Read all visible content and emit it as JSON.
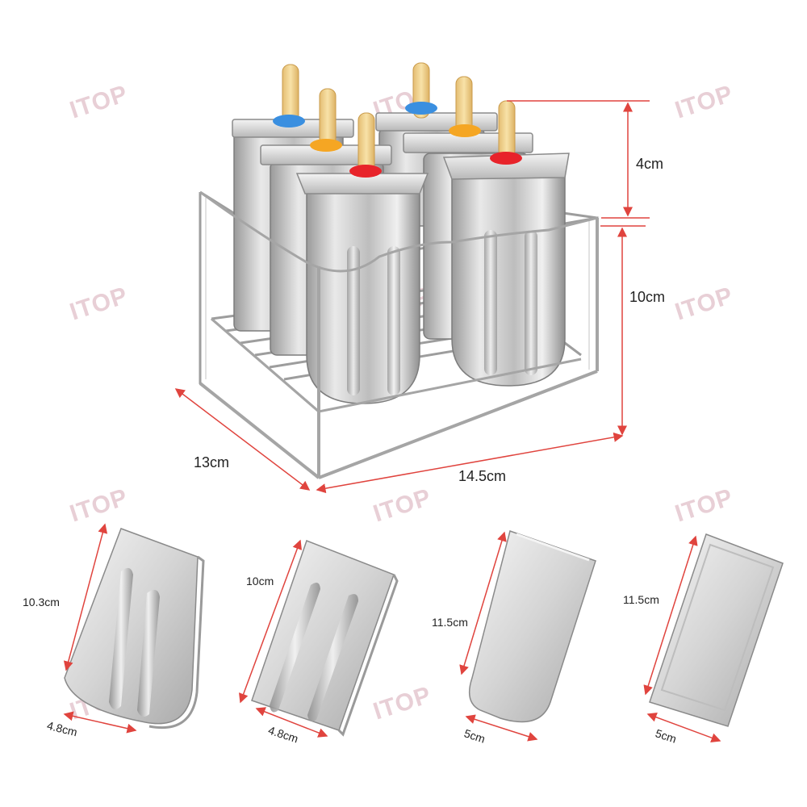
{
  "watermark_text": "ITOP",
  "dimensions": {
    "top_height": "4cm",
    "rack_height": "10cm",
    "rack_depth": "13cm",
    "rack_width": "14.5cm"
  },
  "molds": [
    {
      "length": "10.3cm",
      "width": "4.8cm"
    },
    {
      "length": "10cm",
      "width": "4.8cm"
    },
    {
      "length": "11.5cm",
      "width": "5cm"
    },
    {
      "length": "11.5cm",
      "width": "5cm"
    }
  ],
  "colors": {
    "dimension_line": "#e0443e",
    "steel": "#c8c8c8",
    "stick": "#f2d08c",
    "cap_blue": "#3a8fe0",
    "cap_orange": "#f5a623",
    "cap_red": "#e8232a"
  }
}
